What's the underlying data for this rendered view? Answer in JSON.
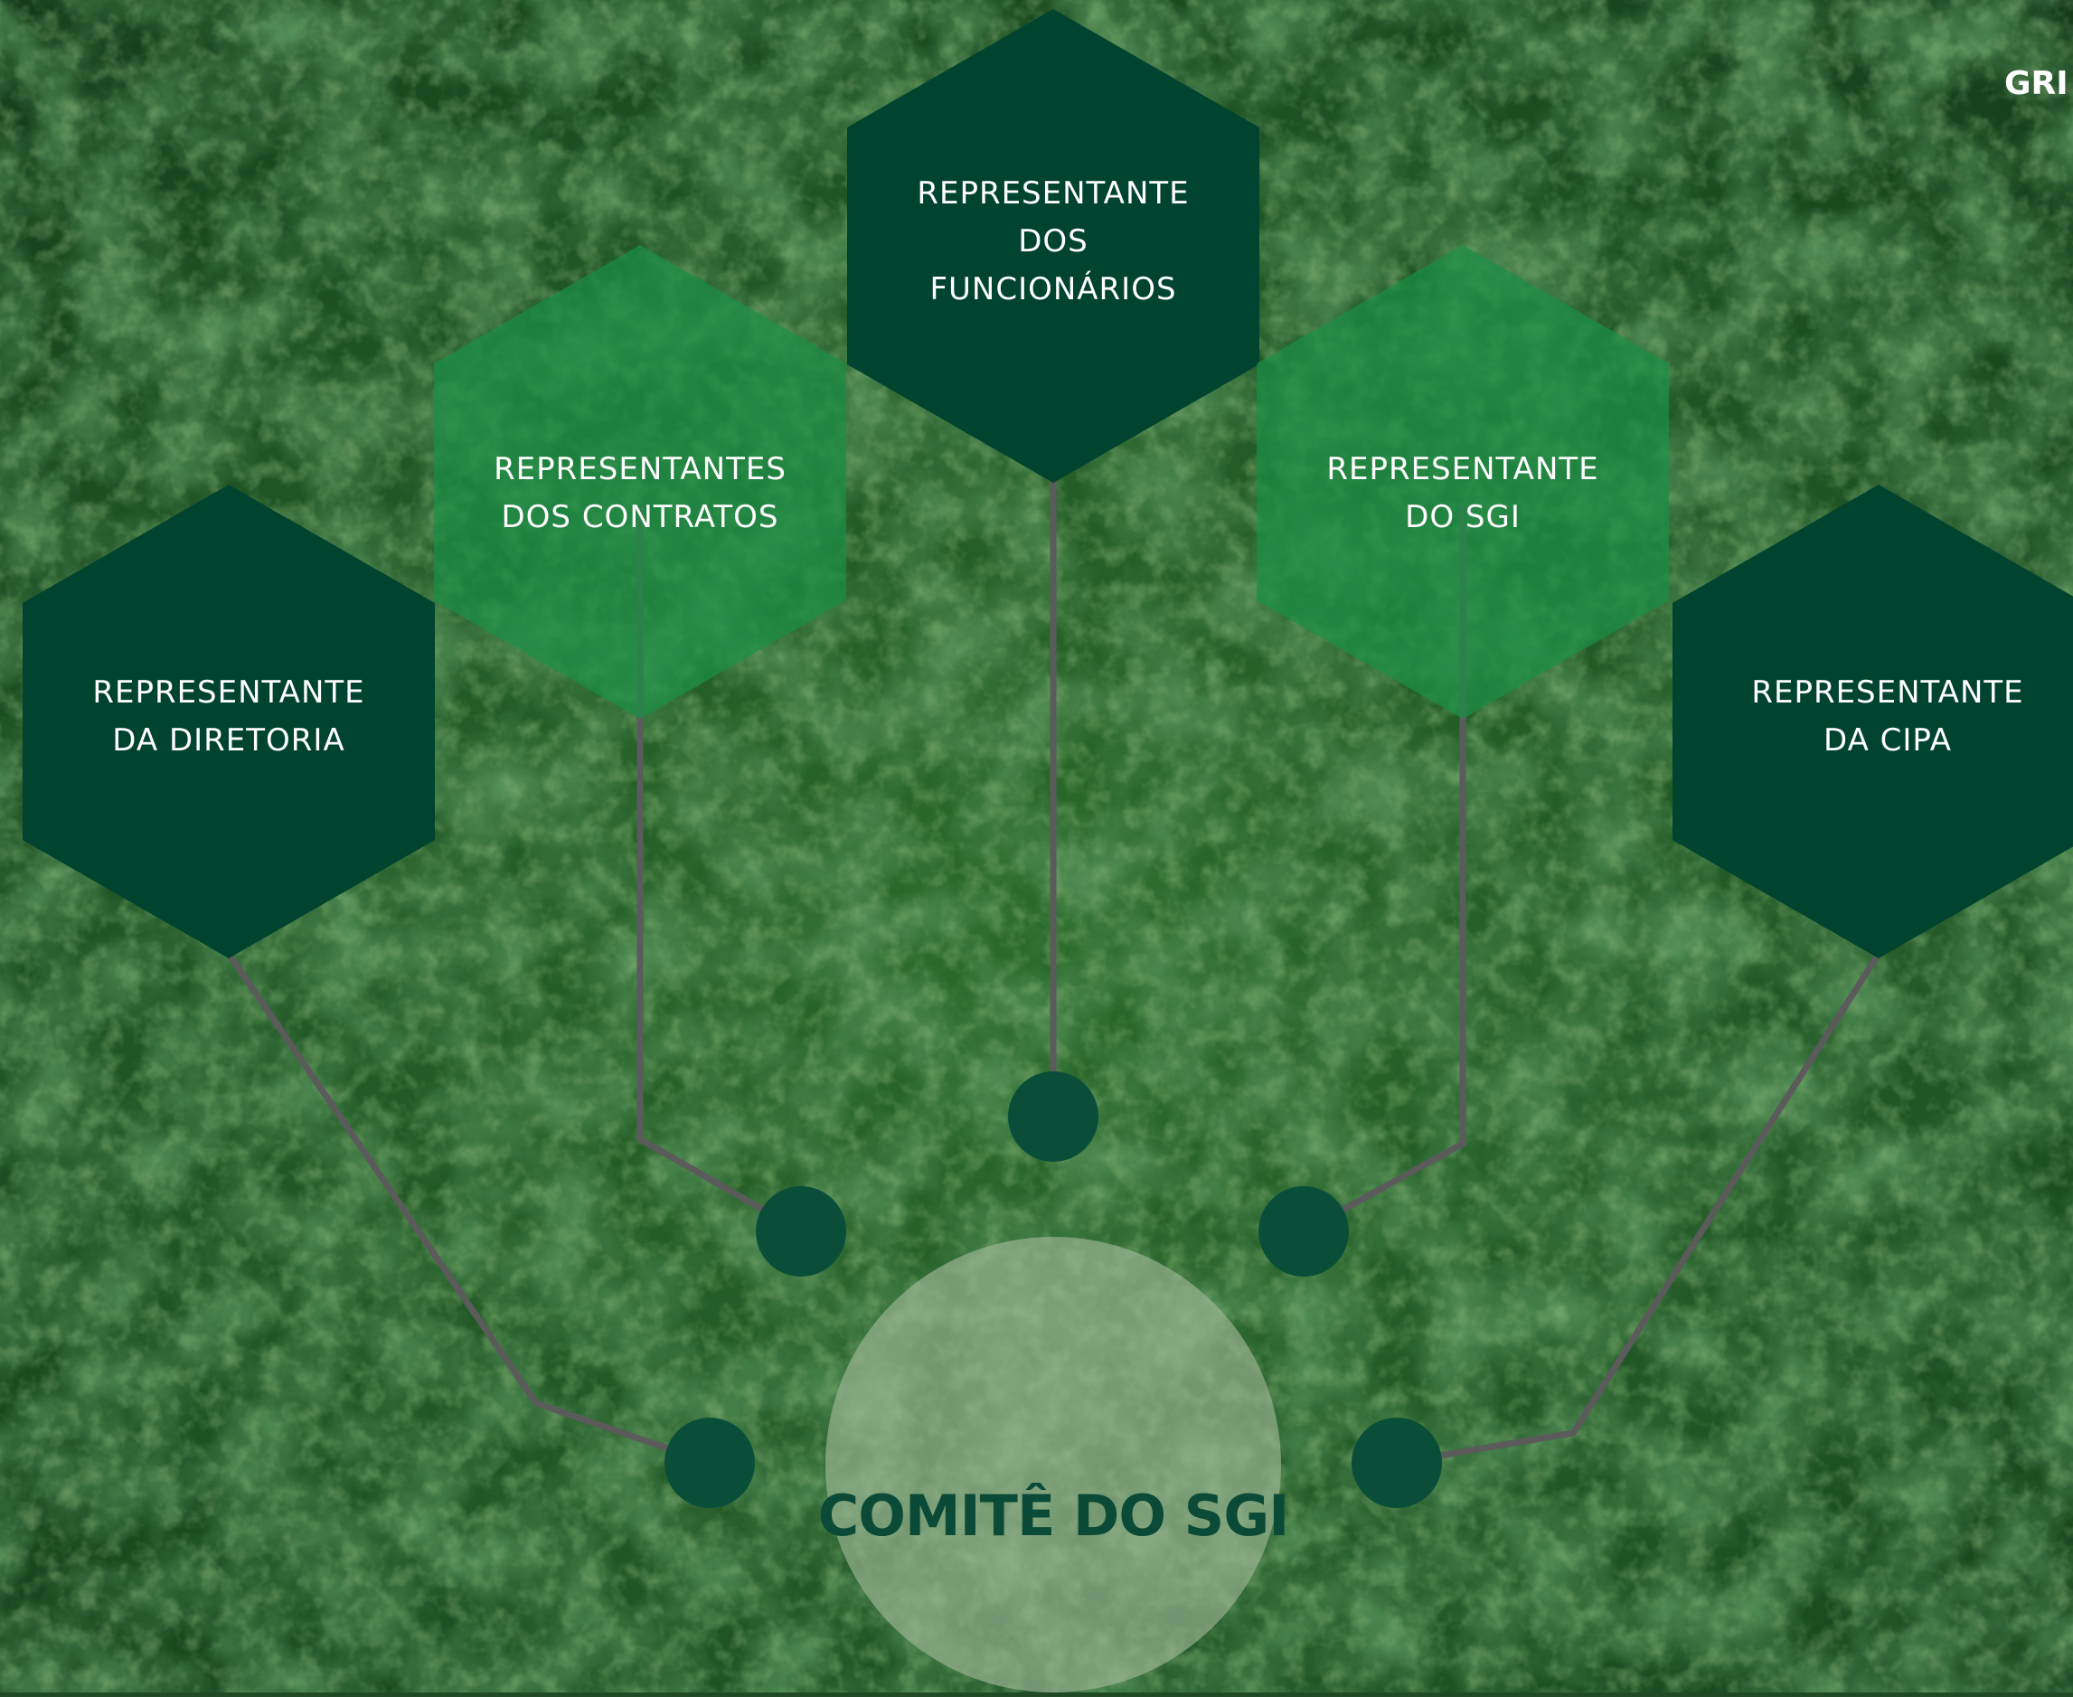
{
  "corner_text": "GRI",
  "center": {
    "label": "COMITÊ DO SGI",
    "fill": "#a5bc9d"
  },
  "colors": {
    "dark_green": "#00432f",
    "bright_green": "#1a8f45",
    "connector": "#5b5b5b",
    "node": "#0a4e3a"
  },
  "nodes": [
    {
      "id": "diretoria",
      "label": "REPRESENTANTE\nDA DIRETORIA",
      "style": "dark"
    },
    {
      "id": "contratos",
      "label": "REPRESENTANTES\nDOS CONTRATOS",
      "style": "bright"
    },
    {
      "id": "funcionarios",
      "label": "REPRESENTANTE\nDOS\nFUNCIONÁRIOS",
      "style": "dark"
    },
    {
      "id": "sgi",
      "label": "REPRESENTANTE\nDO SGI",
      "style": "bright"
    },
    {
      "id": "cipa",
      "label": "REPRESENTANTE\nDA CIPA",
      "style": "dark"
    }
  ]
}
